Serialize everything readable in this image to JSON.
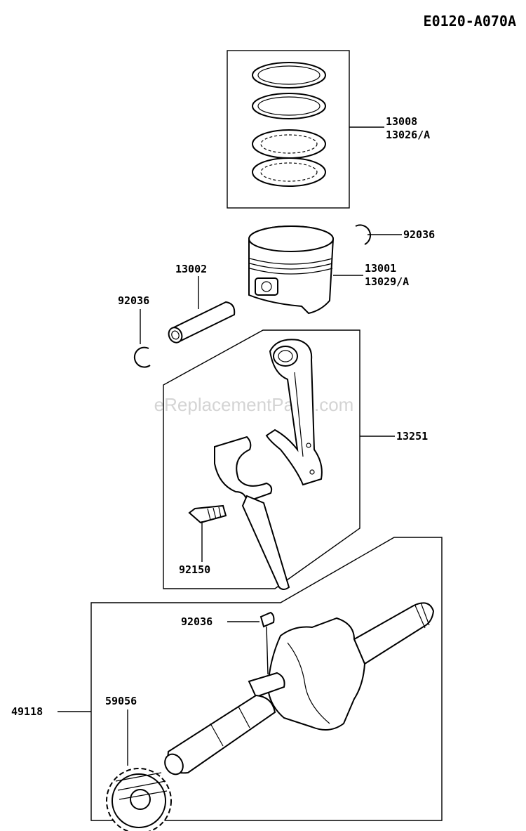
{
  "diagram_code": "E0120-A070A",
  "watermark": "eReplacementParts.com",
  "callouts": {
    "ring_set_a": "13008",
    "ring_set_b": "13026/A",
    "clip_right": "92036",
    "piston_a": "13001",
    "piston_b": "13029/A",
    "pin": "13002",
    "clip_left": "92036",
    "connecting_rod": "13251",
    "rod_bolt": "92150",
    "crank_key": "92036",
    "crankshaft": "49118",
    "gear": "59056"
  }
}
